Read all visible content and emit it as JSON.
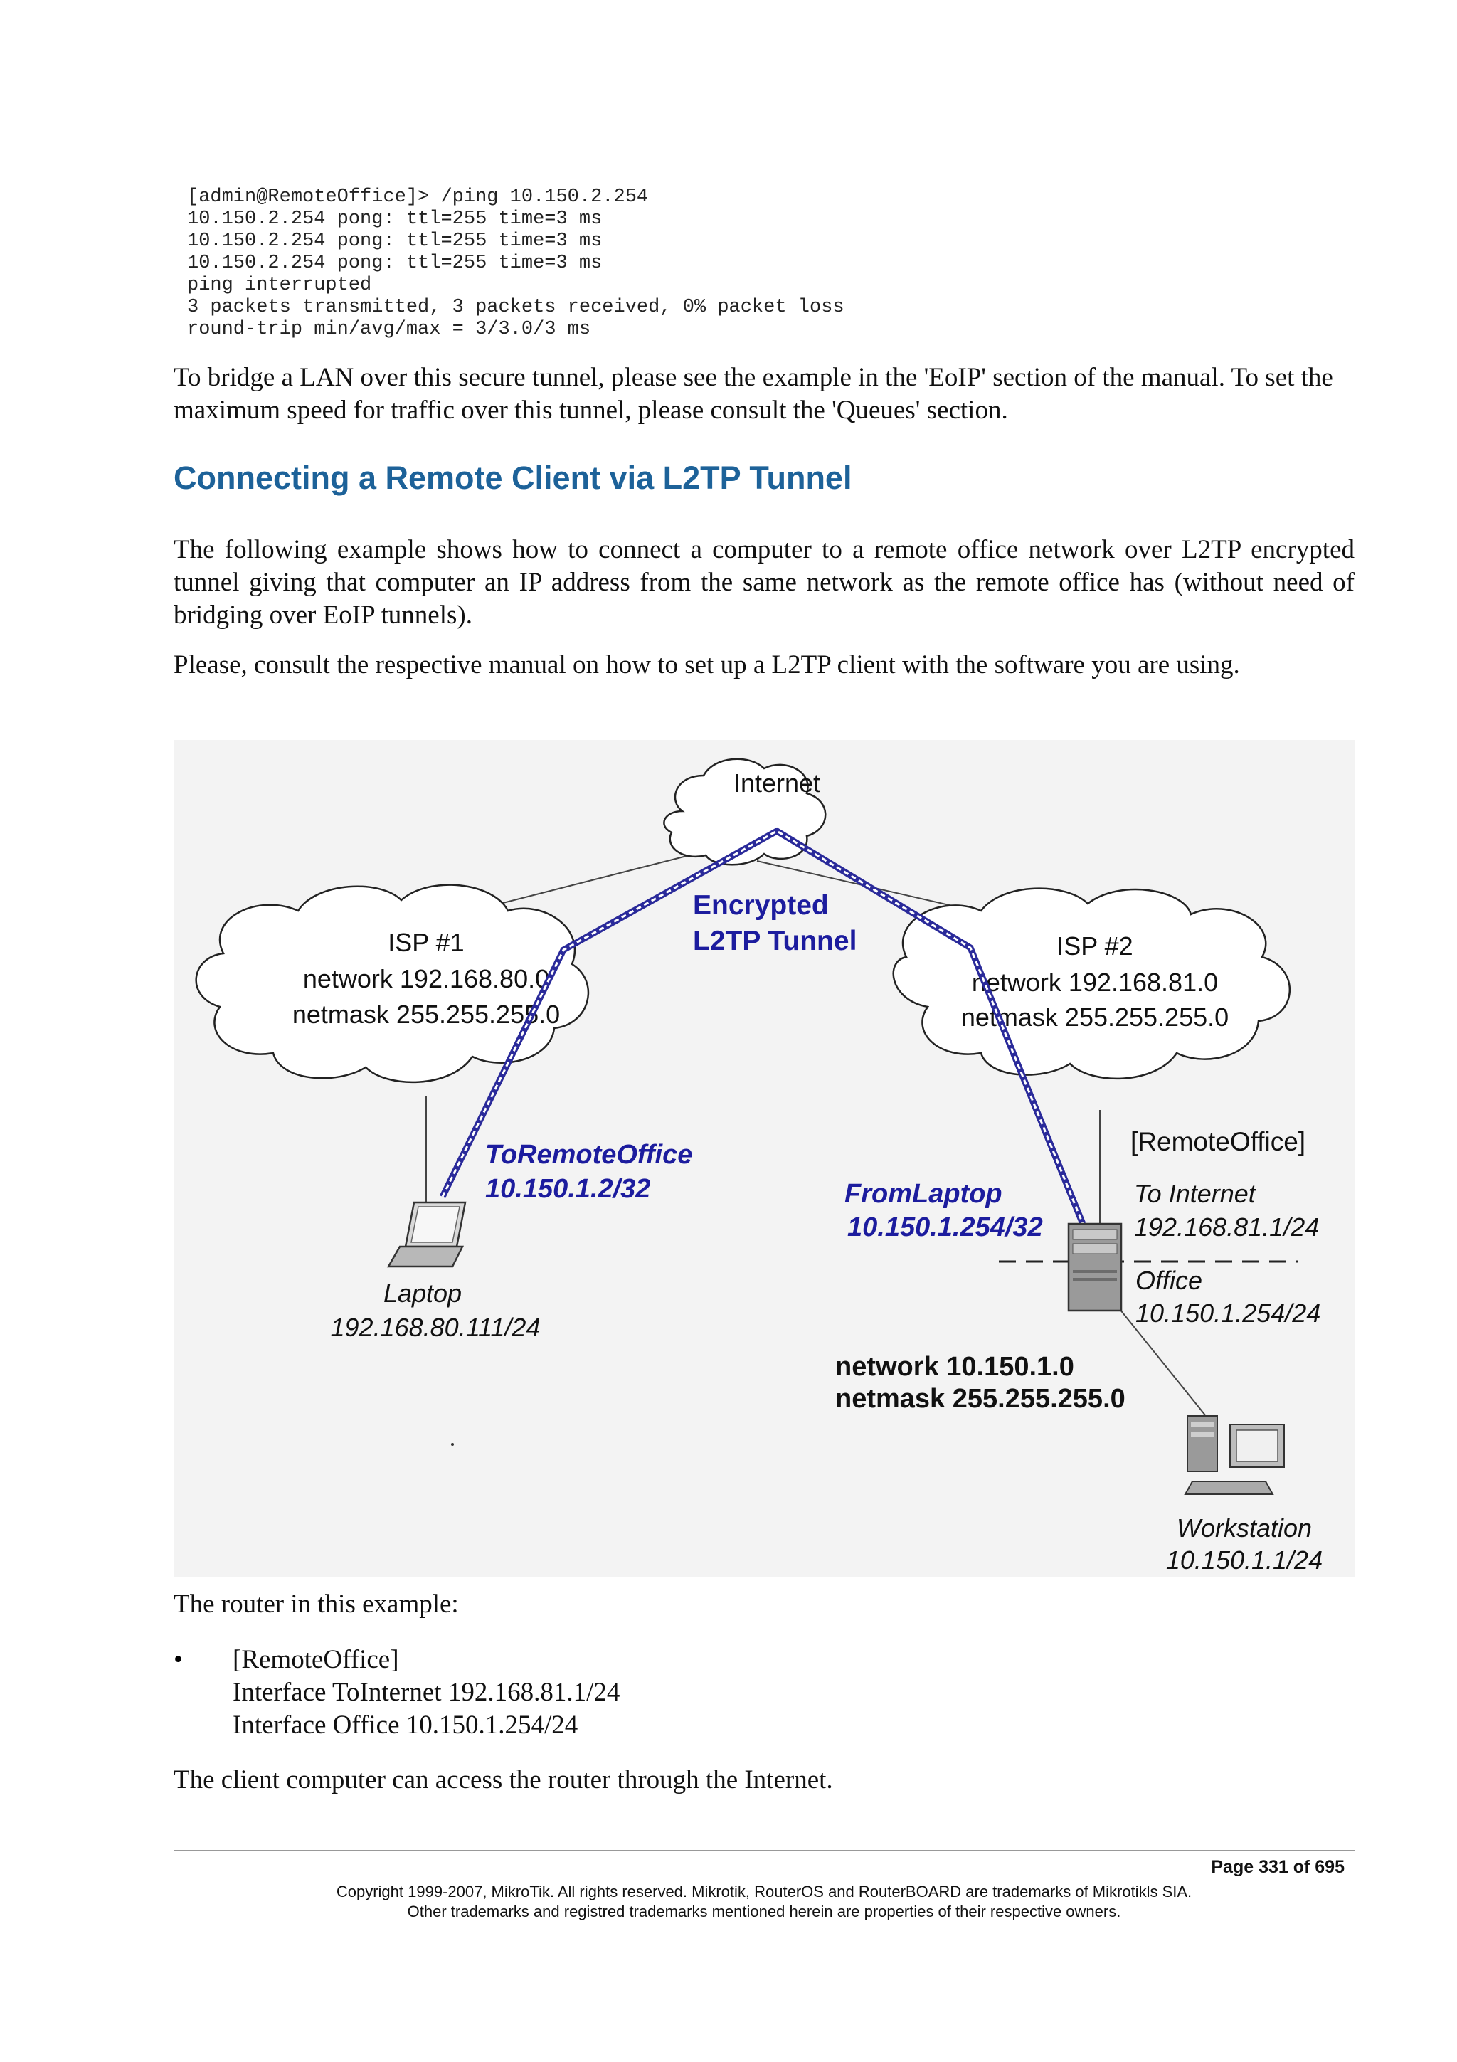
{
  "code_block": {
    "lines": [
      "[admin@RemoteOffice]> /ping 10.150.2.254",
      "10.150.2.254 pong: ttl=255 time=3 ms",
      "10.150.2.254 pong: ttl=255 time=3 ms",
      "10.150.2.254 pong: ttl=255 time=3 ms",
      "ping interrupted",
      "3 packets transmitted, 3 packets received, 0% packet loss",
      "round-trip min/avg/max = 3/3.0/3 ms"
    ]
  },
  "paragraphs": {
    "bridge": "To bridge a LAN over this secure tunnel, please see the example in the 'EoIP' section of the manual. To set the maximum speed for traffic over this tunnel, please consult the 'Queues' section.",
    "intro": "The following example shows how to connect a computer to a remote office network over L2TP encrypted tunnel giving that computer an IP address from the same network as the remote office has (without need of bridging over EoIP tunnels).",
    "consult": "Please, consult the respective manual on how to set up a L2TP client with the software you are using.",
    "router_intro": "The router in this example:",
    "client_access": "The client computer can access the router through the Internet."
  },
  "section_heading": "Connecting a Remote Client via L2TP Tunnel",
  "diagram": {
    "internet_label": "Internet",
    "tunnel_label_1": "Encrypted",
    "tunnel_label_2": "L2TP Tunnel",
    "isp1": {
      "title": "ISP #1",
      "network": "network 192.168.80.0",
      "netmask": "netmask 255.255.255.0"
    },
    "isp2": {
      "title": "ISP #2",
      "network": "network 192.168.81.0",
      "netmask": "netmask 255.255.255.0"
    },
    "laptop_iface": {
      "name": "ToRemoteOffice",
      "addr": "10.150.1.2/32"
    },
    "laptop": {
      "name": "Laptop",
      "addr": "192.168.80.111/24"
    },
    "router_iface": {
      "name": "FromLaptop",
      "addr": "10.150.1.254/32"
    },
    "router": {
      "name": "[RemoteOffice]",
      "wan_name": "To Internet",
      "wan_addr": "192.168.81.1/24",
      "lan_name": "Office",
      "lan_addr": "10.150.1.254/24"
    },
    "lan": {
      "network": "network 10.150.1.0",
      "netmask": "netmask 255.255.255.0"
    },
    "workstation": {
      "name": "Workstation",
      "addr": "10.150.1.1/24"
    },
    "colors": {
      "tunnel_text": "#1c1c9e",
      "tunnel_line": "#2a2a9a",
      "background": "#f3f3f3"
    }
  },
  "router_list": {
    "bullet": "•",
    "name": "[RemoteOffice]",
    "line1": "Interface ToInternet 192.168.81.1/24",
    "line2": "Interface Office 10.150.1.254/24"
  },
  "footer": {
    "page": "Page 331 of 695",
    "copyright": "Copyright 1999-2007, MikroTik. All rights reserved. Mikrotik, RouterOS and RouterBOARD are trademarks of Mikrotikls SIA.",
    "trademarks": "Other trademarks and registred trademarks mentioned herein are properties of their respective owners."
  }
}
